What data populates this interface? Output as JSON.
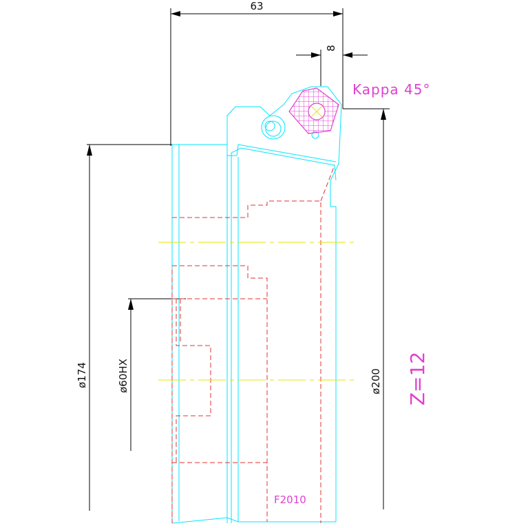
{
  "dimensions": {
    "width_63": "63",
    "width_8": "8",
    "dia_174": "ø174",
    "dia_60hx": "ø60HX",
    "dia_200": "ø200"
  },
  "notes": {
    "kappa": "Kappa  45°",
    "teeth": "Z=12",
    "part_code": "F2010"
  },
  "colors": {
    "outline": "#00e5ff",
    "hidden": "#e03030",
    "center": "#e6e600",
    "dimension": "#000000",
    "insert": "#e040d0",
    "note": "#e040d0"
  }
}
